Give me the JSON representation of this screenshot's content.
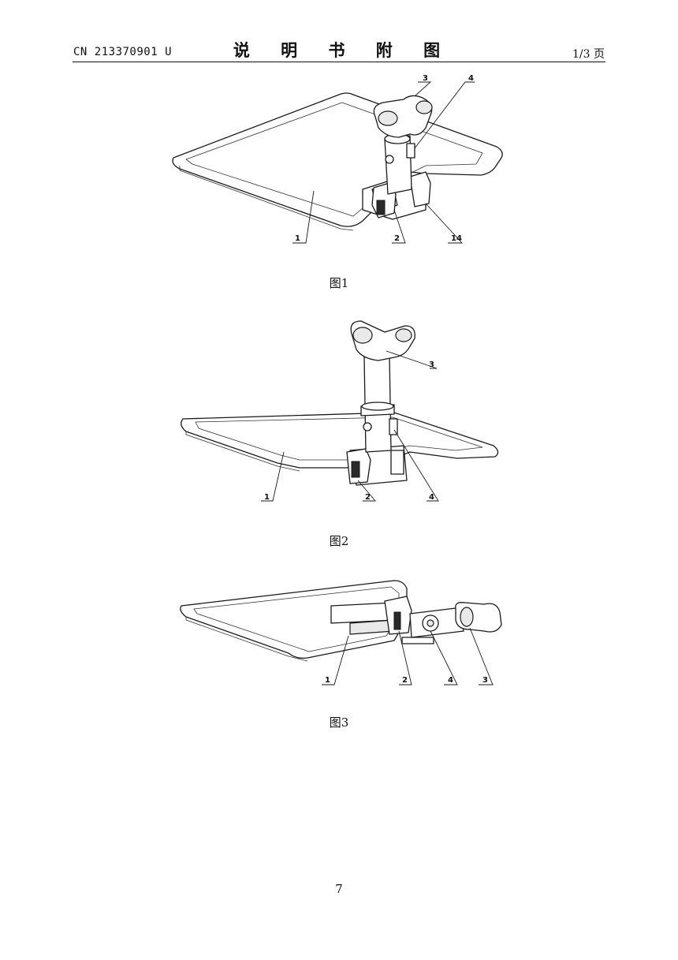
{
  "header": {
    "doc_number": "CN 213370901 U",
    "title": "说 明 书 附 图",
    "page_indicator": "1/3 页"
  },
  "figures": [
    {
      "caption": "图1",
      "labels": [
        "1",
        "2",
        "3",
        "4",
        "14"
      ]
    },
    {
      "caption": "图2",
      "labels": [
        "1",
        "2",
        "3",
        "4"
      ]
    },
    {
      "caption": "图3",
      "labels": [
        "1",
        "2",
        "4",
        "3"
      ]
    }
  ],
  "footer": {
    "page_number": "7"
  }
}
